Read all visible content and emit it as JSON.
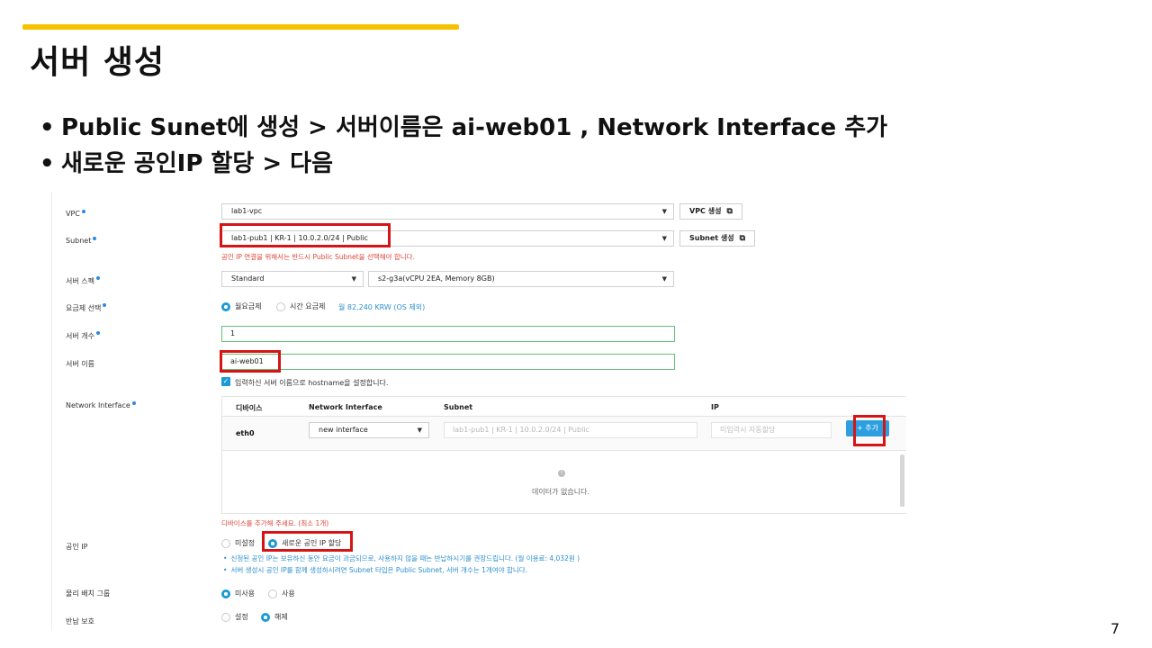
{
  "slide": {
    "title": "서버 생성",
    "bullets": [
      "Public Sunet에 생성 > 서버이름은 ai-web01 , Network Interface 추가",
      "새로운 공인IP 할당 > 다음"
    ],
    "page_number": "7"
  },
  "form": {
    "vpc": {
      "label": "VPC",
      "value": "lab1-vpc",
      "button": "VPC 생성"
    },
    "subnet": {
      "label": "Subnet",
      "value": "lab1-pub1 | KR-1 | 10.0.2.0/24 | Public",
      "button": "Subnet 생성",
      "note": "공인 IP 연결을 위해서는 반드시 Public Subnet을 선택해야 합니다."
    },
    "spec": {
      "label": "서버 스펙",
      "type": "Standard",
      "value": "s2-g3a(vCPU 2EA, Memory 8GB)"
    },
    "billing": {
      "label": "요금제 선택",
      "monthly": "월요금제",
      "hourly": "시간 요금제",
      "price": "월 82,240 KRW (OS 제외)"
    },
    "count": {
      "label": "서버 개수",
      "value": "1"
    },
    "name": {
      "label": "서버 이름",
      "value": "ai-web01",
      "checkbox_label": "입력하신 서버 이름으로 hostname을 설정합니다."
    },
    "network_interface": {
      "label": "Network Interface",
      "headers": [
        "디바이스",
        "Network Interface",
        "Subnet",
        "IP"
      ],
      "row": {
        "device": "eth0",
        "interface": "new interface",
        "subnet": "lab1-pub1 | KR-1 | 10.0.2.0/24 | Public",
        "ip_placeholder": "미입력시 자동할당",
        "add_button": "+ 추가"
      },
      "empty_text": "데이터가 없습니다.",
      "note": "디바이스를 추가해 주세요. (최소 1개)"
    },
    "public_ip": {
      "label": "공인 IP",
      "option_none": "미설정",
      "option_new": "새로운 공인 IP 할당",
      "notes": [
        "신청된 공인 IP는 보유하신 동안 요금이 과금되므로, 사용하지 않을 때는 반납하시기를 권장드립니다. (월 이용료: 4,032원 )",
        "서버 생성시 공인 IP를 함께 생성하시려면 Subnet 타입은 Public Subnet, 서버 개수는 1개여야 합니다."
      ]
    },
    "placement_group": {
      "label": "물리 배치 그룹",
      "option_off": "미사용",
      "option_on": "사용"
    },
    "return_protection": {
      "label": "반납 보호",
      "option_set": "설정",
      "option_unset": "해제"
    }
  },
  "colors": {
    "accent_bar": "#f6c200",
    "highlight_box": "#d51515",
    "primary": "#1a9ad6",
    "error_text": "#e0453a",
    "info_text": "#2b8fd0"
  }
}
